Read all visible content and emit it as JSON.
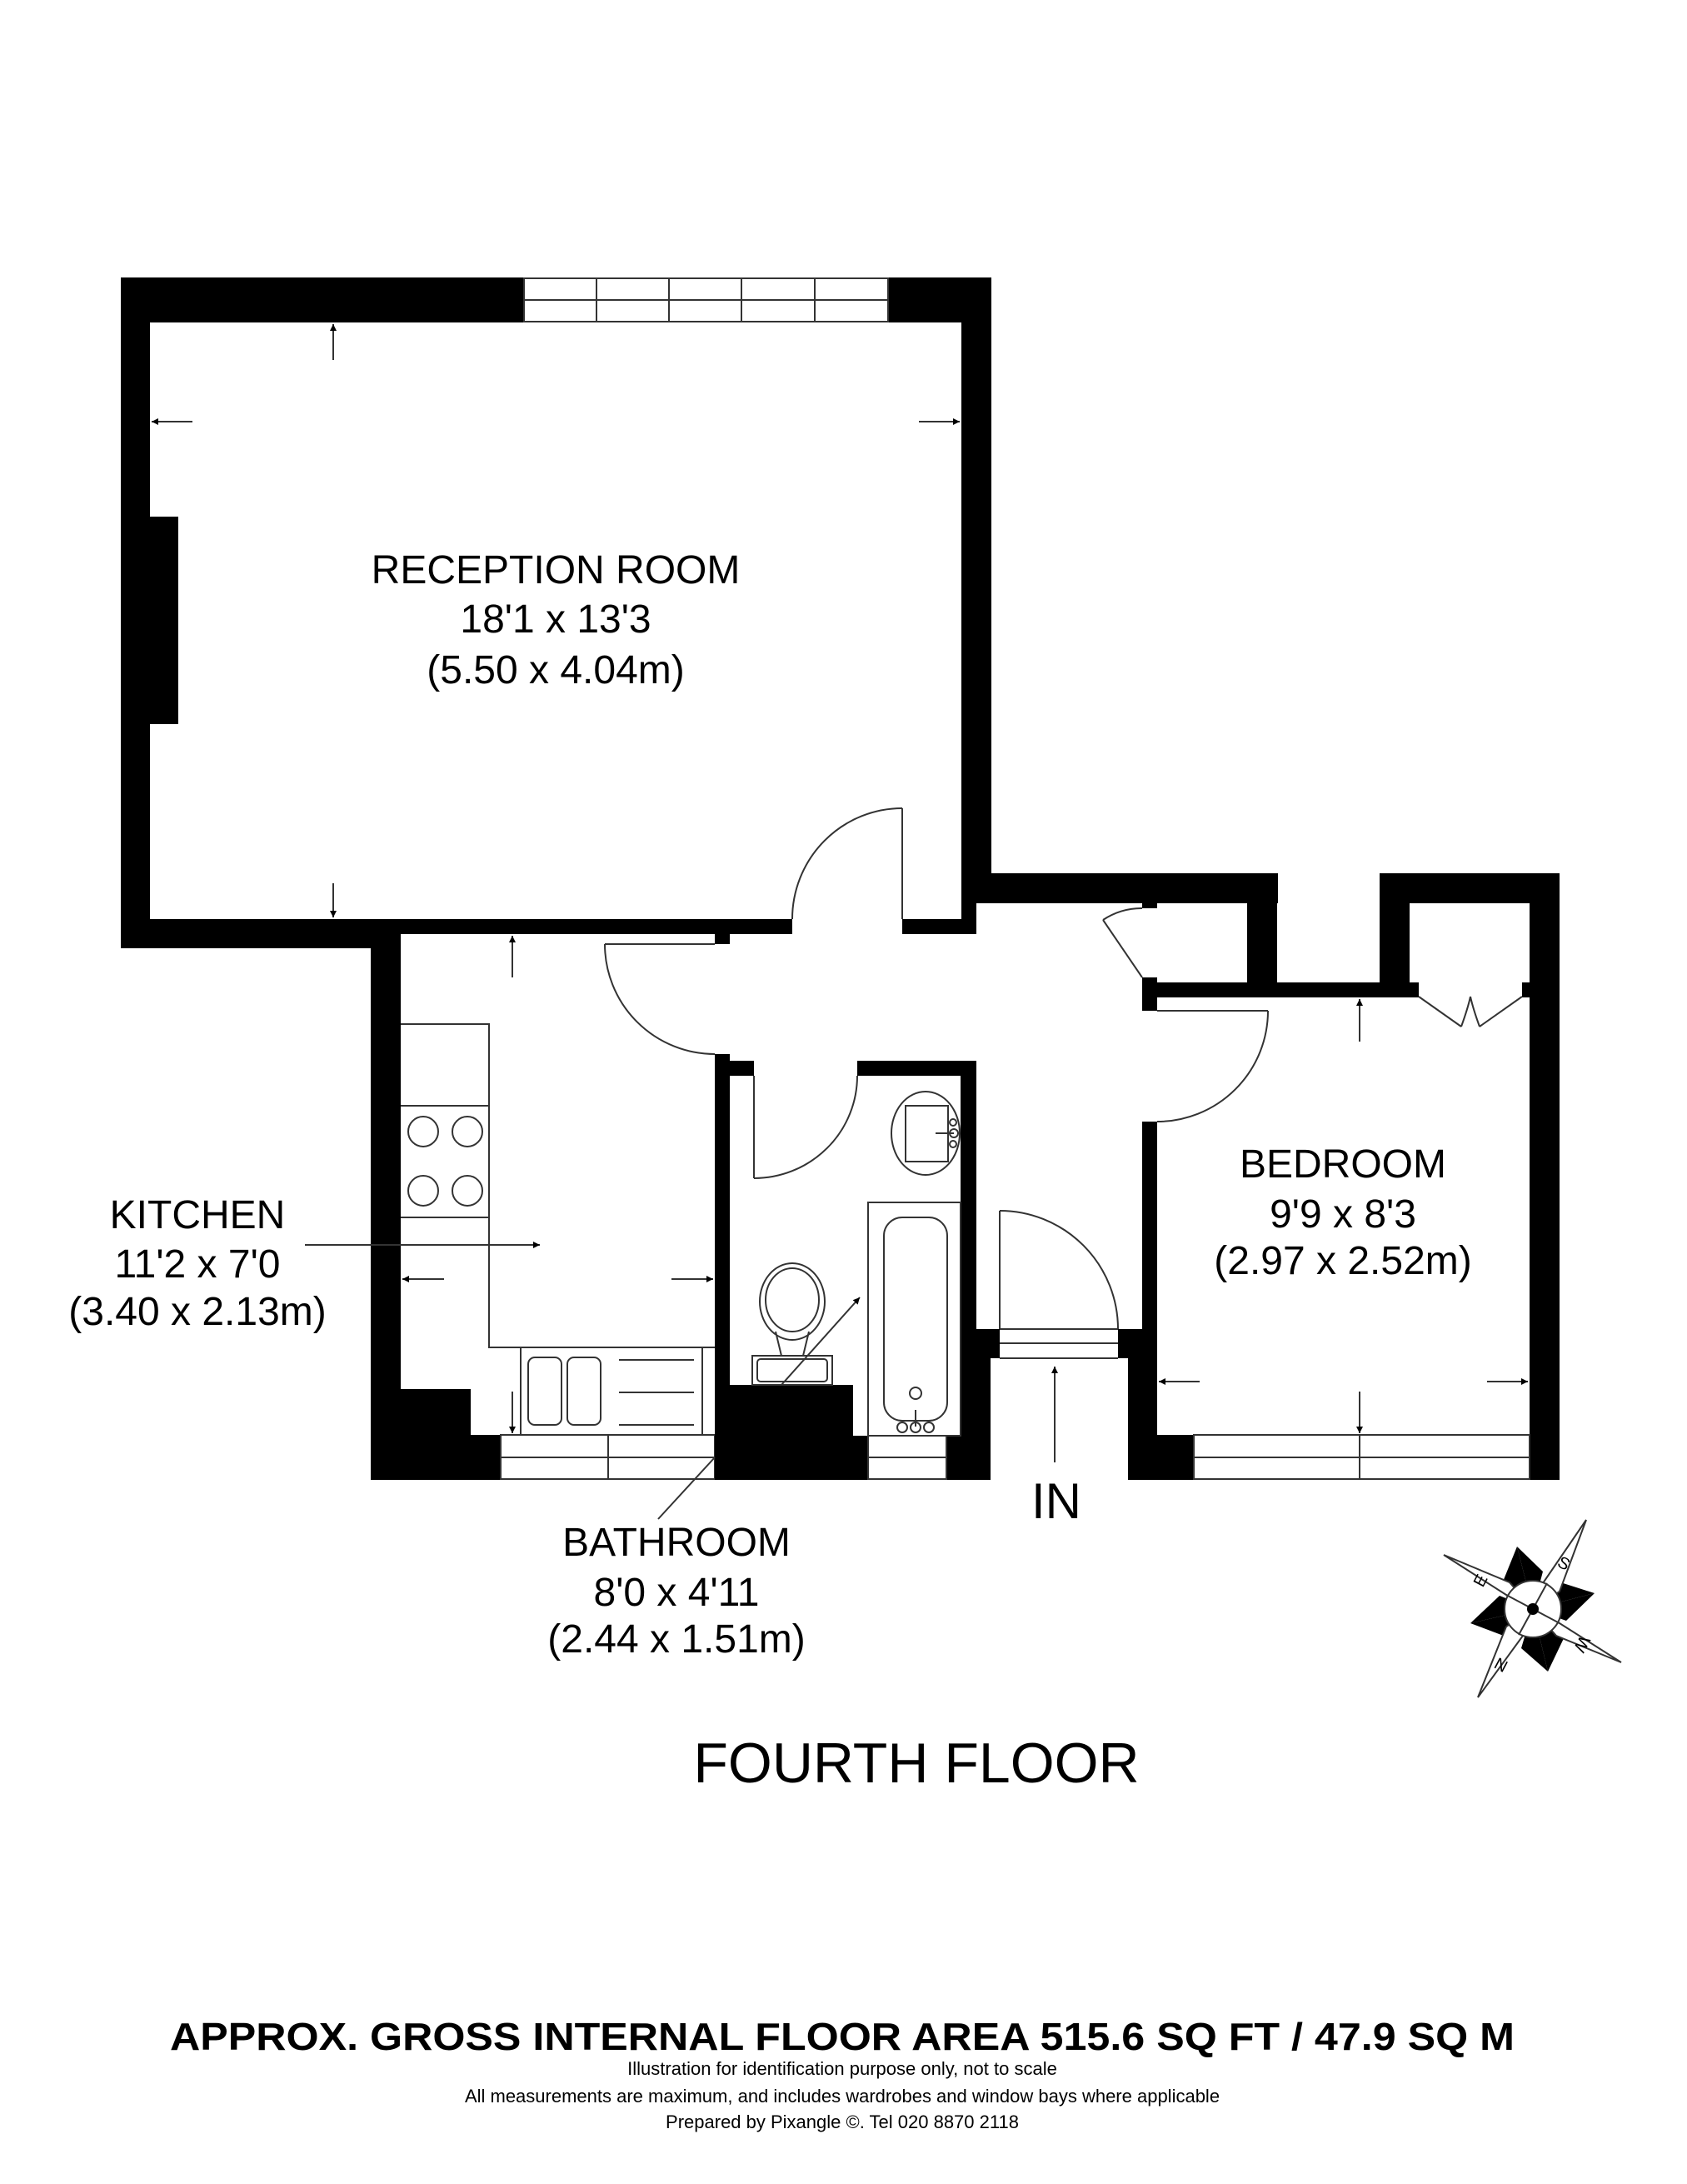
{
  "plan": {
    "floor_label": "FOURTH FLOOR",
    "entrance_label": "IN",
    "rooms": [
      {
        "name": "RECEPTION ROOM",
        "imperial": "18'1 x 13'3",
        "metric": "(5.50 x 4.04m)"
      },
      {
        "name": "KITCHEN",
        "imperial": "11'2 x 7'0",
        "metric": "(3.40 x 2.13m)"
      },
      {
        "name": "BATHROOM",
        "imperial": "8'0 x 4'11",
        "metric": "(2.44 x 1.51m)"
      },
      {
        "name": "BEDROOM",
        "imperial": "9'9 x 8'3",
        "metric": "(2.97 x 2.52m)"
      }
    ],
    "compass": {
      "icon": "compass-rose-icon",
      "points": [
        "N",
        "E",
        "S",
        "W"
      ]
    }
  },
  "footer": {
    "headline": "APPROX. GROSS INTERNAL FLOOR AREA 515.6 SQ FT  / 47.9 SQ M",
    "disclaimer": "Illustration for identification purpose only, not to scale",
    "measurements_note": "All measurements are maximum, and includes wardrobes and window bays where applicable",
    "credit": "Prepared by Pixangle ©. Tel 020 8870 2118"
  },
  "colors": {
    "wall": "#000000",
    "line": "#333333",
    "background": "#ffffff"
  }
}
